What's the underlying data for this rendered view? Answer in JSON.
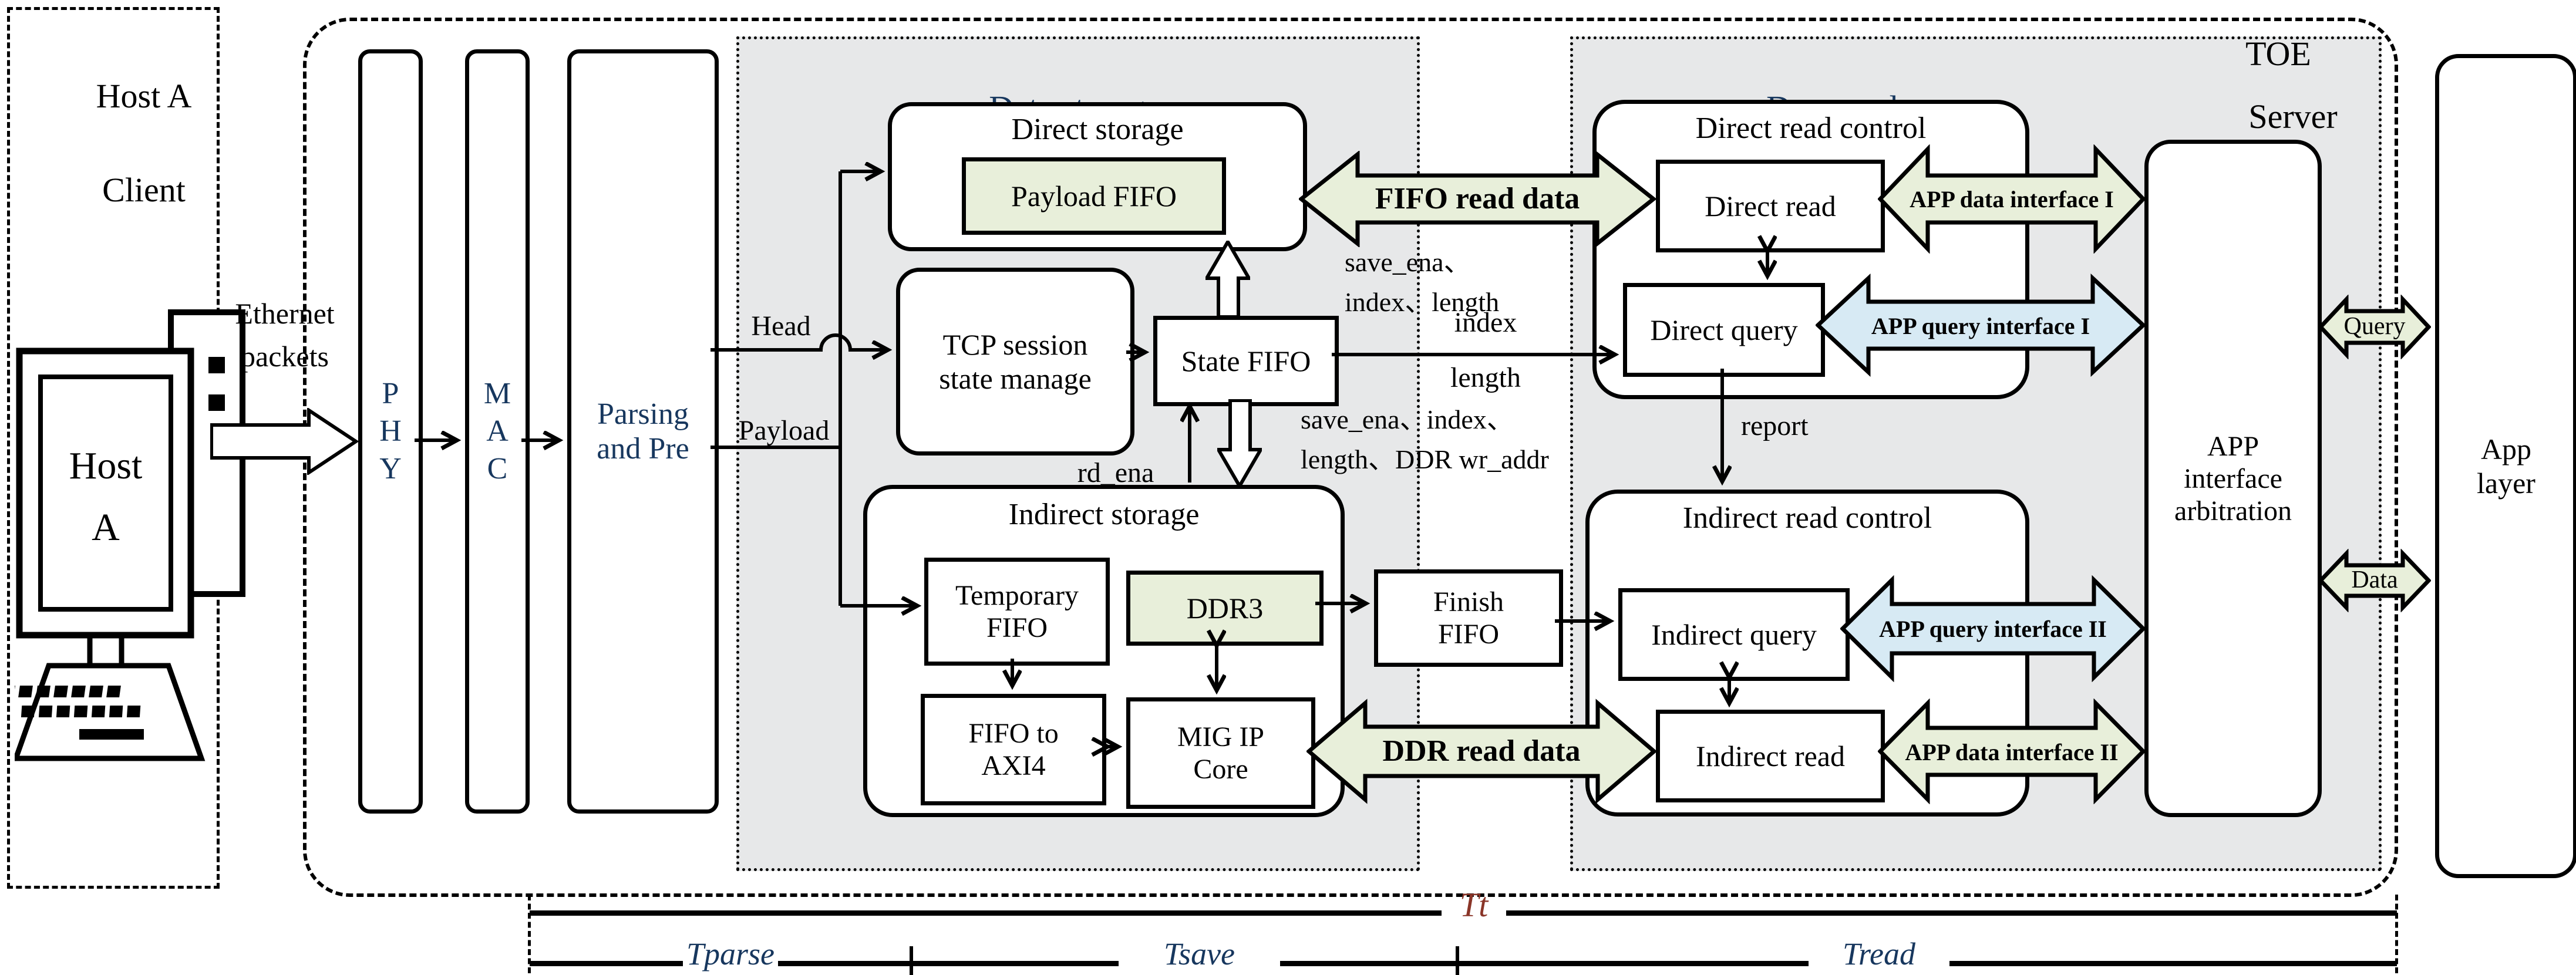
{
  "host": {
    "label1": "Host A",
    "label2": "Client",
    "screen1": "Host",
    "screen2": "A"
  },
  "ethernet": {
    "line1": "Ethernet",
    "line2": "packets"
  },
  "pipeline": {
    "phy": [
      "P",
      "H",
      "Y"
    ],
    "mac": [
      "M",
      "A",
      "C"
    ],
    "parsing1": "Parsing",
    "parsing2": "and Pre"
  },
  "toe": {
    "label": "TOE",
    "server": "Server"
  },
  "storage": {
    "title": "Data storage",
    "direct_title": "Direct storage",
    "payload_fifo": "Payload FIFO",
    "tcp1": "TCP session",
    "tcp2": "state manage",
    "state_fifo": "State FIFO",
    "indirect_title": "Indirect storage",
    "temp1": "Temporary",
    "temp2": "FIFO",
    "ddr3": "DDR3",
    "axi1": "FIFO to",
    "axi2": "AXI4",
    "mig1": "MIG IP",
    "mig2": "Core",
    "finish1": "Finish",
    "finish2": "FIFO"
  },
  "read": {
    "title": "Data read",
    "drc_title": "Direct read control",
    "direct_read": "Direct read",
    "direct_query": "Direct query",
    "irc_title": "Indirect read control",
    "indirect_query": "Indirect query",
    "indirect_read": "Indirect read"
  },
  "signals": {
    "head": "Head",
    "payload": "Payload",
    "save_up1": "save_ena、",
    "save_up2": "index、length",
    "index": "index",
    "length": "length",
    "save_dn1": "save_ena、index、",
    "save_dn2": "length、DDR wr_addr",
    "rd_ena": "rd_ena",
    "report": "report"
  },
  "arrows": {
    "fifo_read": "FIFO read data",
    "ddr_read": "DDR read data",
    "app_data1": "APP data interface I",
    "app_query1": "APP query interface I",
    "app_query2": "APP query interface II",
    "app_data2": "APP data interface II",
    "query": "Query",
    "data": "Data"
  },
  "arbitration": {
    "line1": "APP",
    "line2": "interface",
    "line3": "arbitration"
  },
  "app_layer": {
    "line1": "App",
    "line2": "layer"
  },
  "timeline": {
    "tt": "Tt",
    "tparse": "Tparse",
    "tsave": "Tsave",
    "tread": "Tread"
  },
  "colors": {
    "green": "#e8efda",
    "blue": "#d7eaf4",
    "gray": "#e7e8e9",
    "navy": "#17375e",
    "maroon": "#8a3528"
  }
}
